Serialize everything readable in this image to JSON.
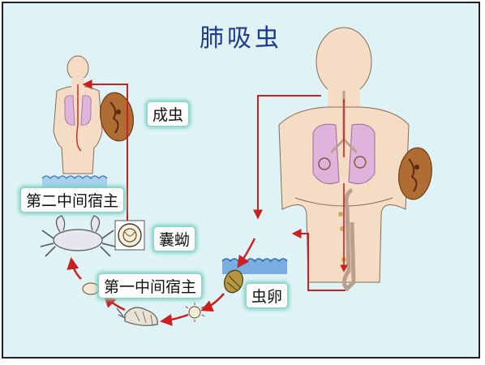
{
  "title": "肺吸虫",
  "labels": {
    "adult": "成虫",
    "second_host": "第二中间宿主",
    "cyst": "囊蚴",
    "first_host": "第一中间宿主",
    "egg": "虫卵"
  },
  "colors": {
    "background": "#dff3f6",
    "title": "#1f3a8f",
    "arrow": "#cc1f1f",
    "skin": "#f5dcc4",
    "lung": "#e0b3dd",
    "fluke": "#a9672f",
    "water": "#4a78c8",
    "label_glow": "#7ccfc0"
  }
}
